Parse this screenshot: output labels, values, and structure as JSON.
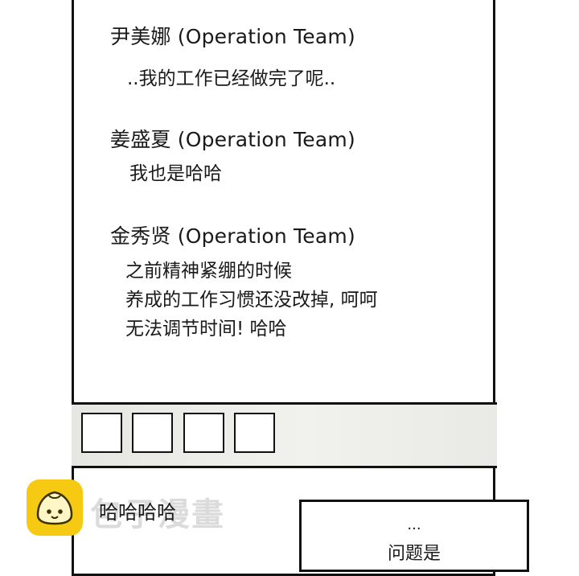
{
  "messages": [
    {
      "name": "尹美娜 (Operation Team)",
      "lines": [
        "..我的工作已经做完了呢.."
      ]
    },
    {
      "name": "姜盛夏 (Operation Team)",
      "lines": [
        "我也是哈哈"
      ]
    },
    {
      "name": "金秀贤 (Operation Team)",
      "lines": [
        "之前精神紧绷的时候",
        "养成的工作习惯还没改掉, 呵呵",
        "无法调节时间! 哈哈"
      ]
    }
  ],
  "reply_text": "哈哈哈哈",
  "watermark": {
    "text": "包子漫畫",
    "logo_color": "#f6c912"
  },
  "speech_bubble": {
    "lines": [
      "...",
      "问题是"
    ]
  }
}
